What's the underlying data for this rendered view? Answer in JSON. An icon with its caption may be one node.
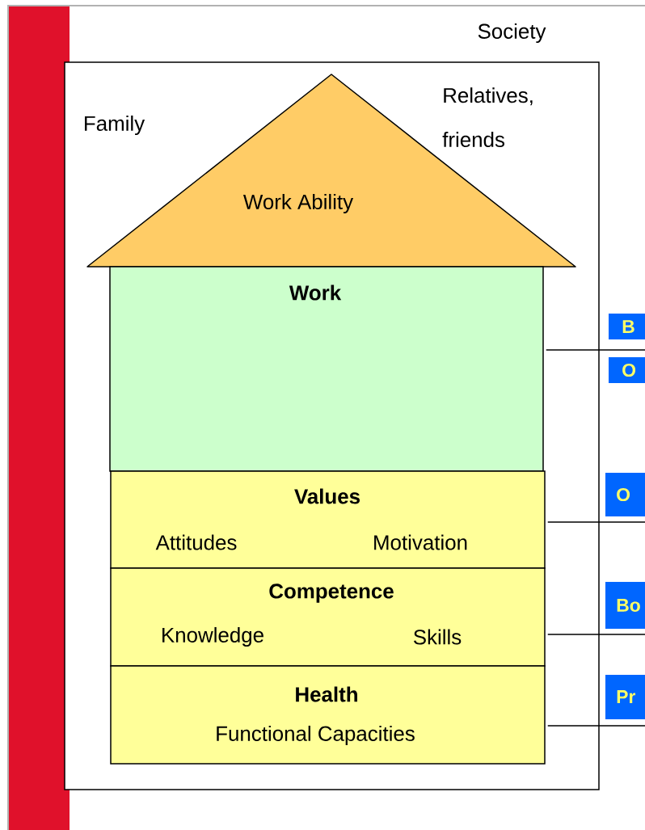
{
  "diagram": {
    "nodes": [
      {
        "text": [
          "Society",
          "Family",
          "Relatives, friends"
        ]
      },
      {
        "text": [
          "Work Ability"
        ],
        "in": 0
      },
      {
        "text": [
          "Work"
        ],
        "in": 0
      },
      {
        "text": [
          "Values",
          "Attitudes",
          "Motivation"
        ],
        "in": 0
      },
      {
        "text": [
          "Competence",
          "Knowledge",
          "Skills"
        ],
        "in": 0
      },
      {
        "text": [
          "Health",
          "Functional Capacities"
        ],
        "in": 0
      },
      {
        "text": [
          "B"
        ]
      },
      {
        "text": [
          "O"
        ]
      },
      {
        "text": [
          "O"
        ]
      },
      {
        "text": [
          "Bo"
        ]
      },
      {
        "text": [
          "Pr"
        ]
      }
    ],
    "edges": [
      {
        "from": 2,
        "to": 7,
        "arrow": "none"
      },
      {
        "from": 3,
        "to": 8,
        "arrow": "none"
      },
      {
        "from": 4,
        "to": 9,
        "arrow": "none"
      },
      {
        "from": 5,
        "to": 10,
        "arrow": "none"
      }
    ]
  }
}
